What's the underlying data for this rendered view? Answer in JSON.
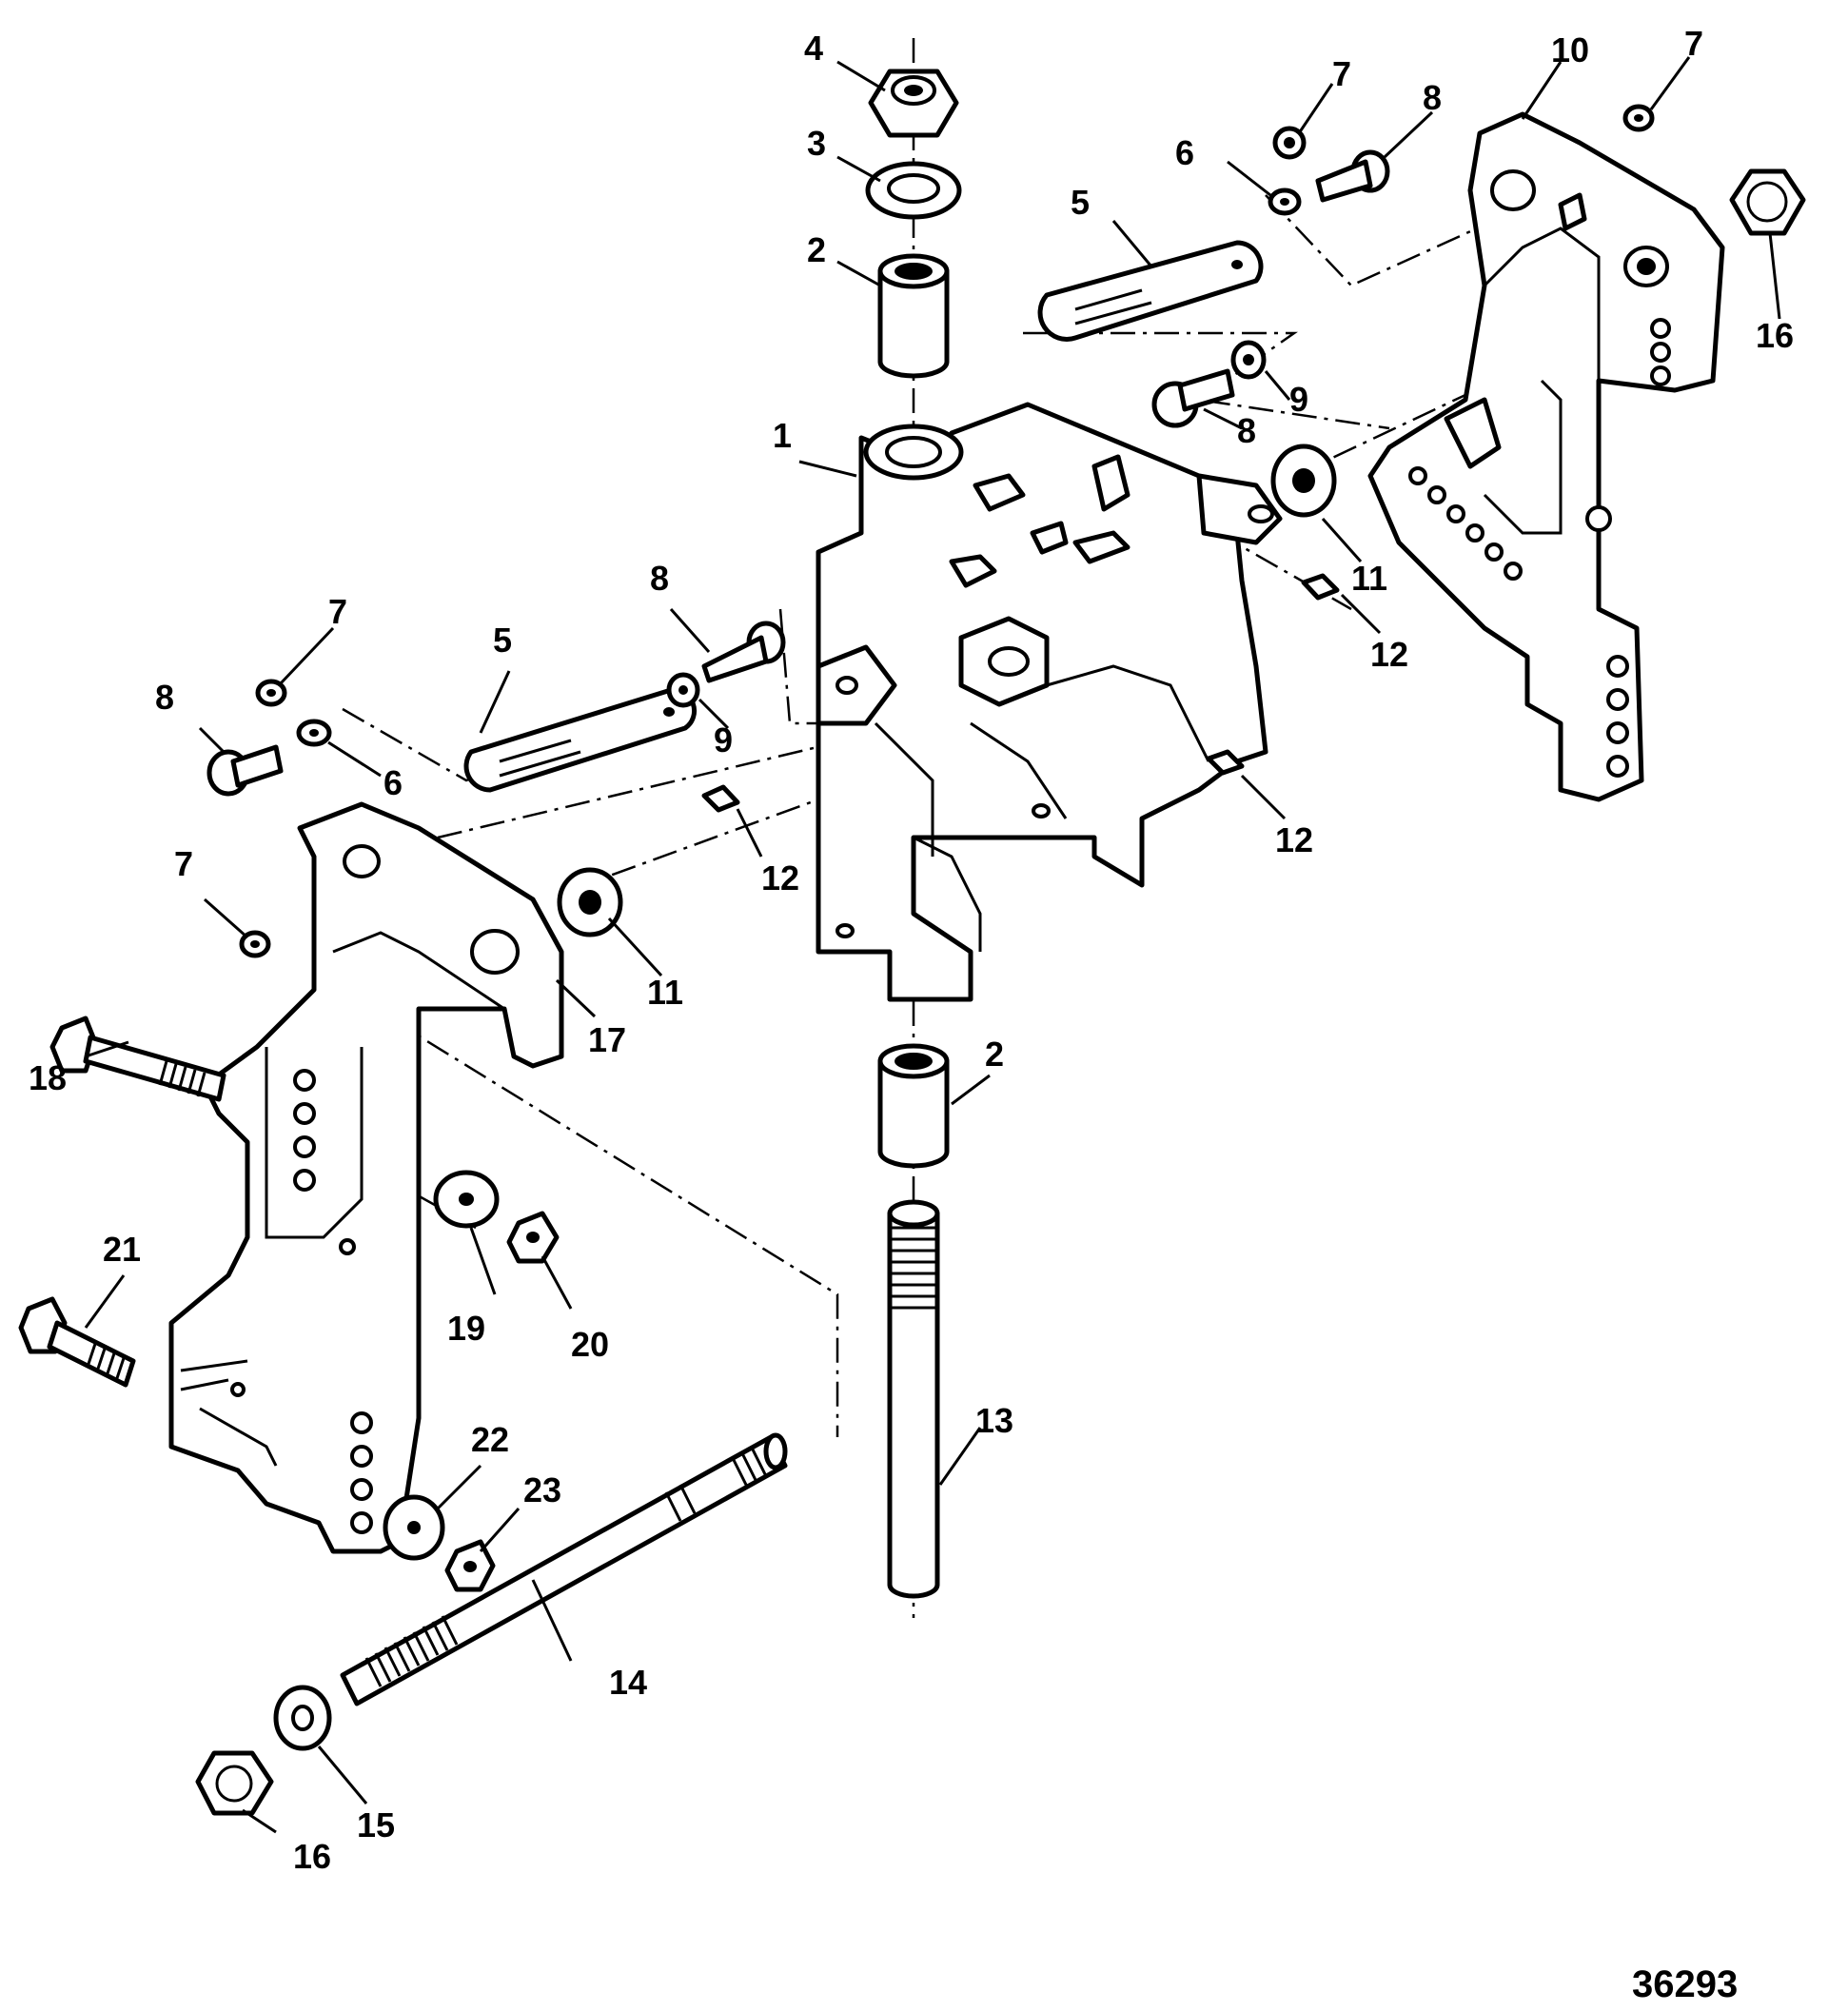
{
  "figure_number": "36293",
  "callouts": [
    "1",
    "2",
    "3",
    "4",
    "5",
    "6",
    "7",
    "8",
    "9",
    "10",
    "11",
    "12",
    "13",
    "14",
    "15",
    "16",
    "17",
    "18",
    "19",
    "20",
    "21",
    "22",
    "23"
  ]
}
